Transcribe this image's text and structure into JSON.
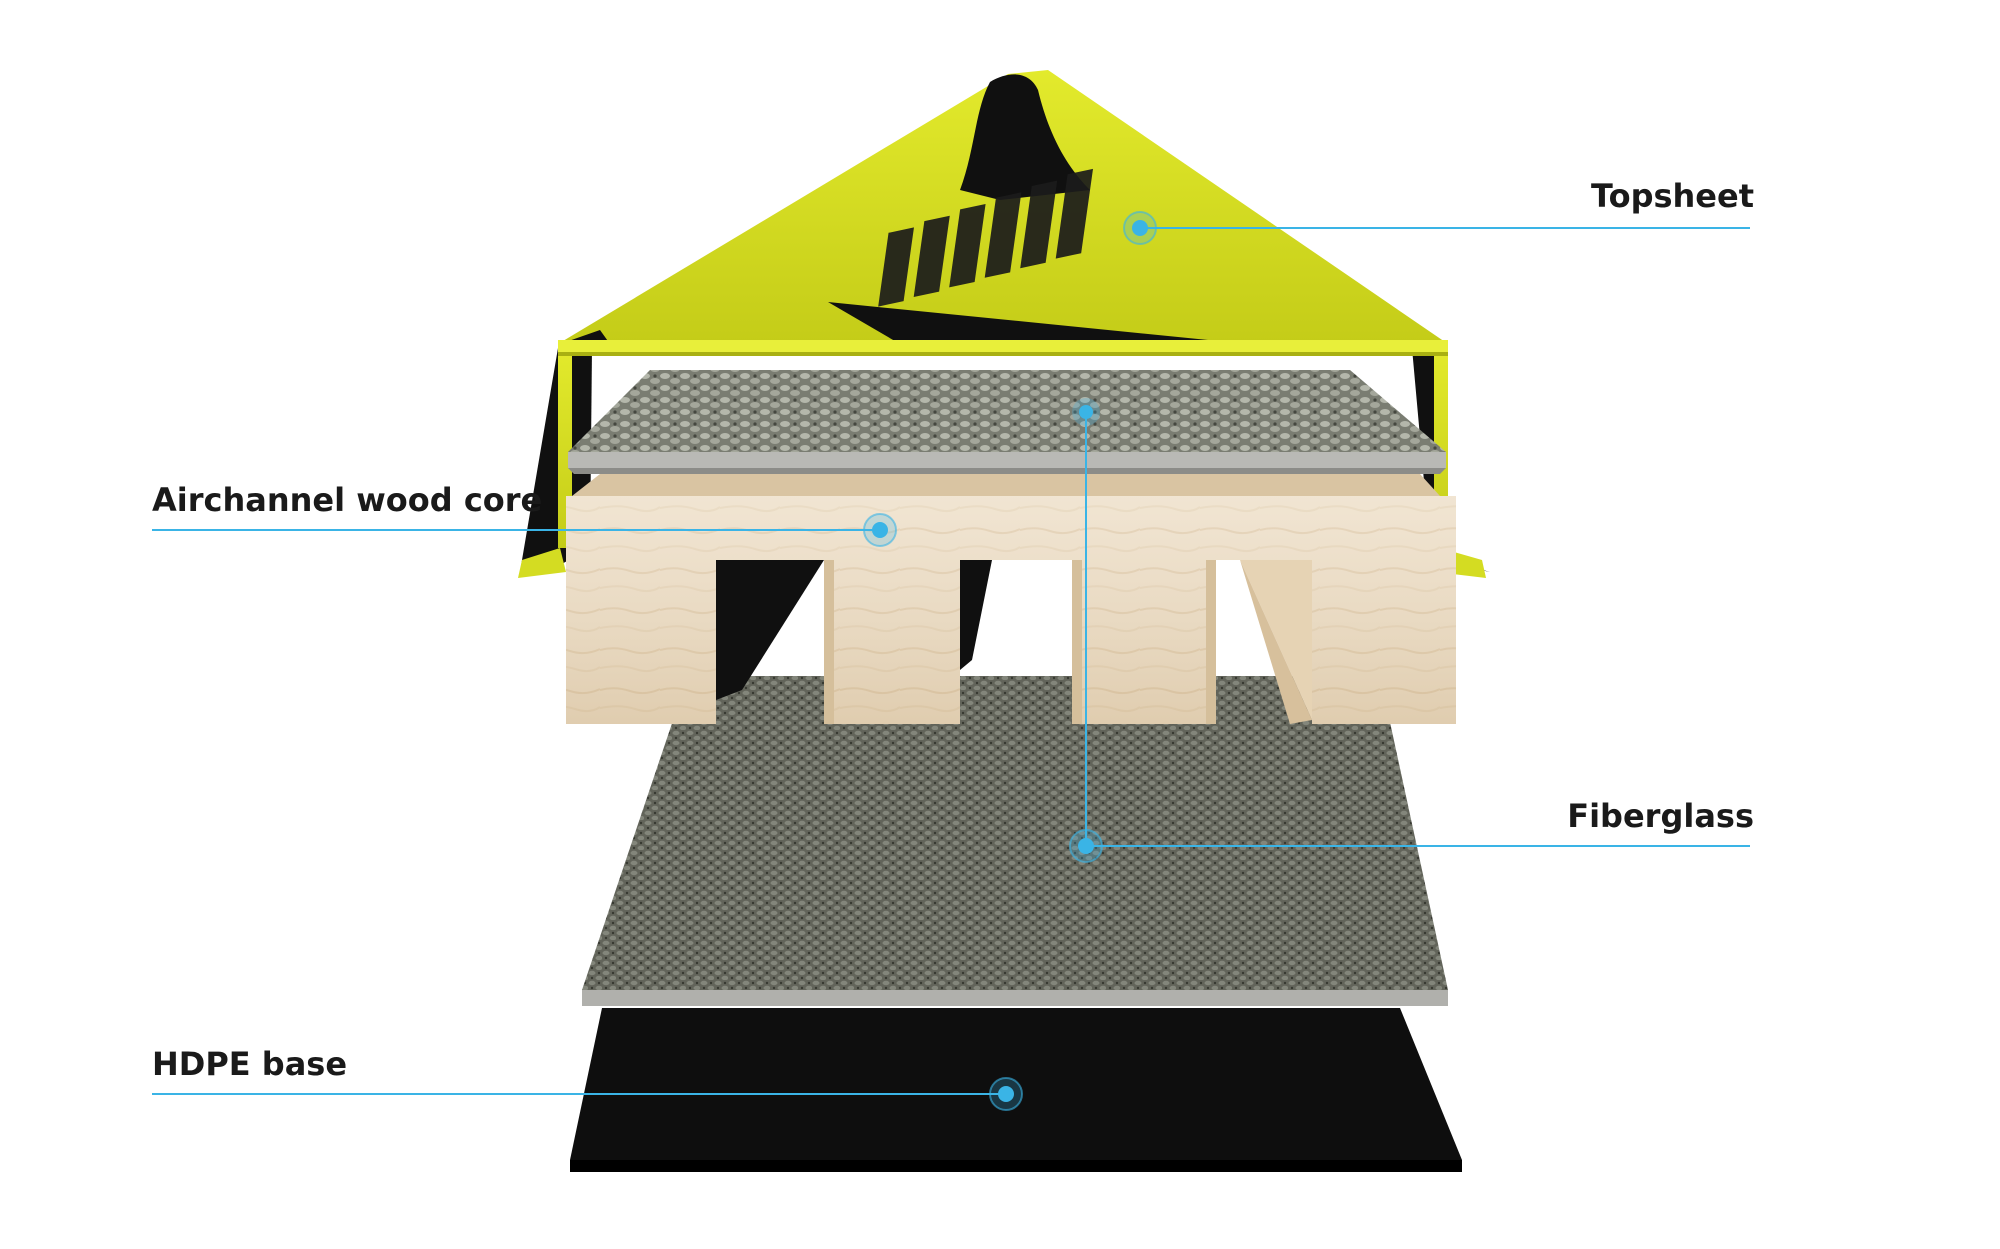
{
  "labels": {
    "topsheet": "Topsheet",
    "wood_core": "Airchannel wood core",
    "fiberglass": "Fiberglass",
    "base": "HDPE base"
  },
  "colors": {
    "callout": "#3ab4e6",
    "topsheet_yellow": "#d4dc22",
    "topsheet_black": "#101010",
    "wood": "#ecdcc3",
    "fiberglass": "#5f6158",
    "base": "#0c0c0c",
    "edge": "#a8a8a8"
  }
}
